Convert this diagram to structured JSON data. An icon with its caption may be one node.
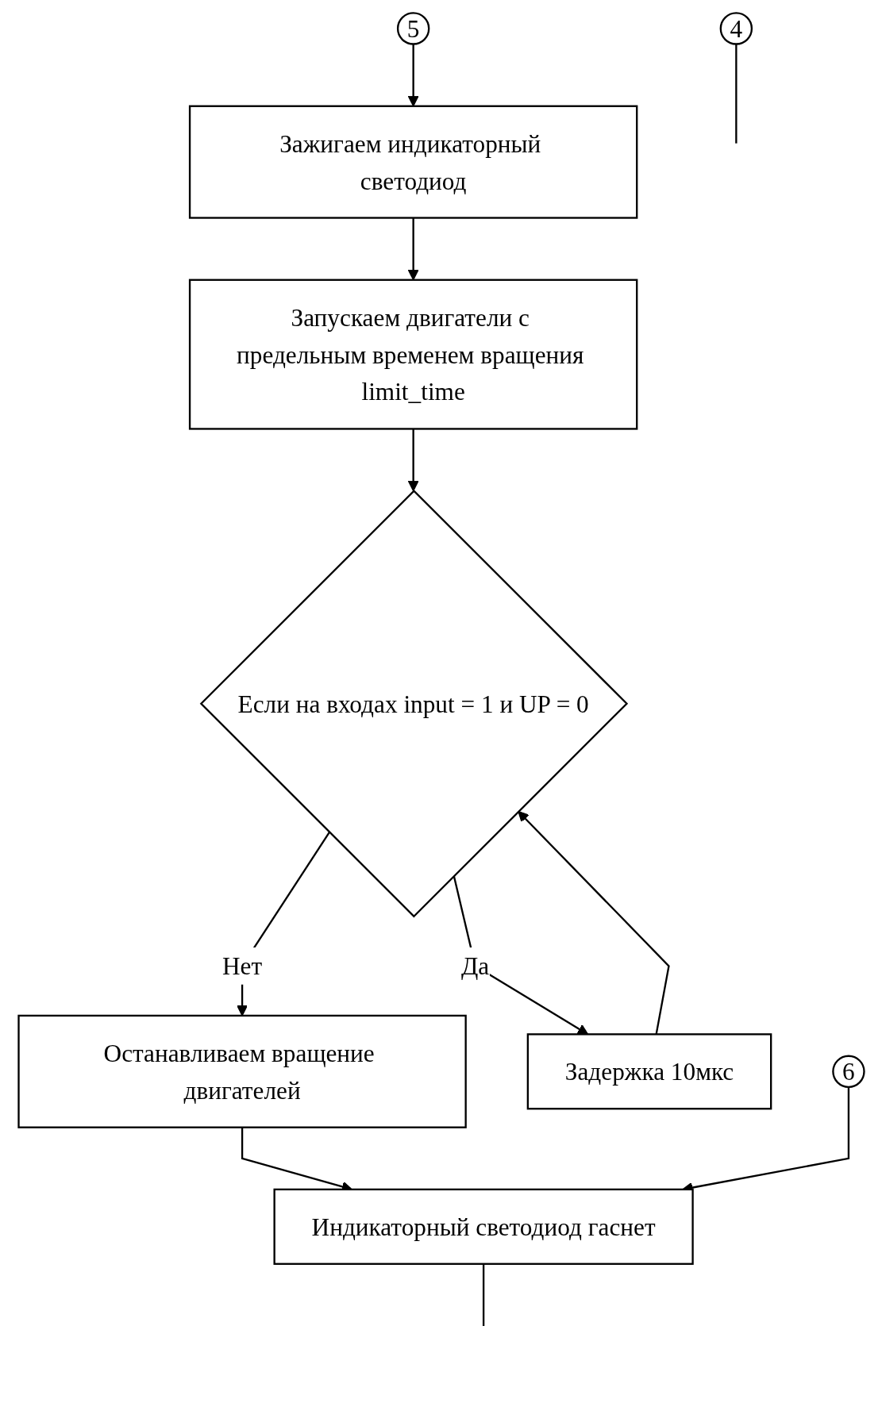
{
  "diagram": {
    "nodes": [
      {
        "text": [
          "4"
        ]
      },
      {
        "text": [
          "5"
        ]
      },
      {
        "text": [
          "6"
        ]
      },
      {
        "text": [
          "Зажигаем индикаторный светодиод"
        ]
      },
      {
        "text": [
          "Запускаем двигатели с предельным временем вращения limit_time"
        ]
      },
      {
        "text": [
          "Если на входах input = 1 и UP = 0"
        ]
      },
      {
        "text": [
          "Задержка 10мкс"
        ]
      },
      {
        "text": [
          "Останавливаем вращение двигателей"
        ]
      },
      {
        "text": [
          "Индикаторный светодиод гаснет"
        ]
      }
    ],
    "edges": [
      {
        "from": 1,
        "to": 3,
        "arrow": "to"
      },
      {
        "from": 3,
        "to": 4,
        "arrow": "to"
      },
      {
        "from": 4,
        "to": 5,
        "arrow": "to"
      },
      {
        "from": 5,
        "to": 6,
        "label": "Да",
        "arrow": "to"
      },
      {
        "from": 6,
        "to": 5,
        "arrow": "to"
      },
      {
        "from": 5,
        "to": 7,
        "label": "Нет",
        "arrow": "to"
      },
      {
        "from": 7,
        "to": 8,
        "arrow": "to"
      },
      {
        "from": 2,
        "to": 8,
        "arrow": "to"
      },
      {
        "from": 0,
        "to": null,
        "arrow": "none"
      },
      {
        "from": 8,
        "to": null,
        "arrow": "none"
      }
    ]
  }
}
